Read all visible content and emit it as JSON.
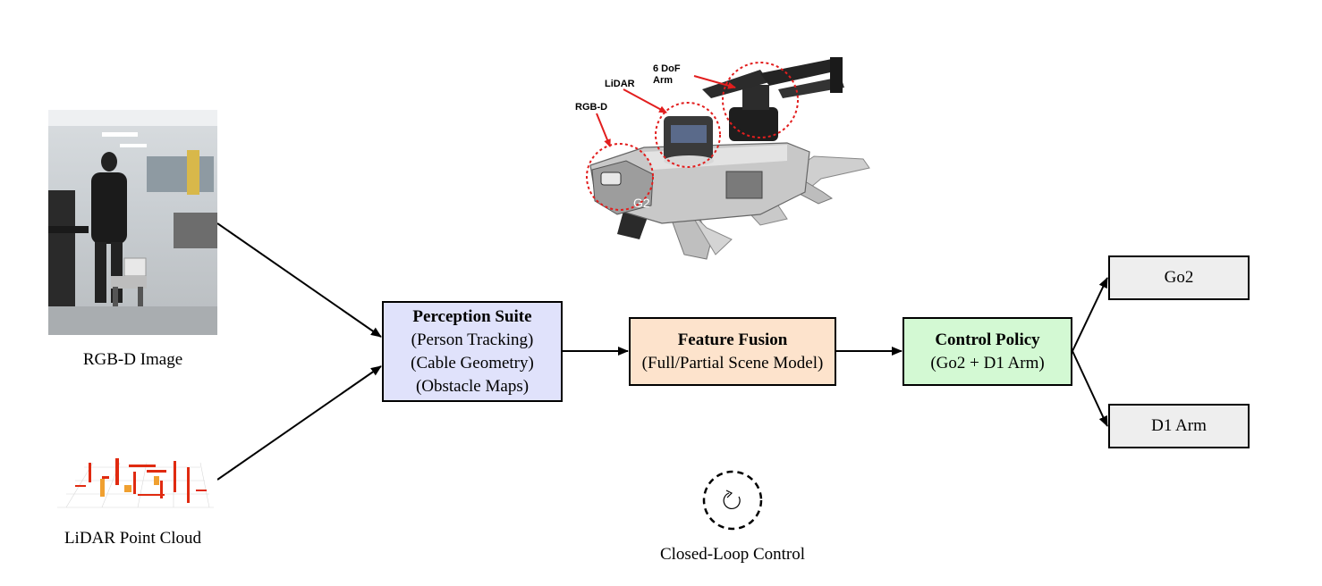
{
  "inputs": {
    "rgbd_caption": "RGB-D Image",
    "lidar_caption": "LiDAR Point Cloud"
  },
  "robot": {
    "labels": {
      "arm": "6 DoF\nArm",
      "lidar": "LiDAR",
      "rgbd": "RGB-D"
    },
    "body_mark": "G2"
  },
  "boxes": {
    "perception": {
      "title": "Perception Suite",
      "lines": [
        "(Person Tracking)",
        "(Cable Geometry)",
        "(Obstacle Maps)"
      ],
      "fill": "#e0e2fb"
    },
    "fusion": {
      "title": "Feature Fusion",
      "lines": [
        "(Full/Partial Scene Model)"
      ],
      "fill": "#fde3cc"
    },
    "control": {
      "title": "Control Policy",
      "lines": [
        "(Go2 + D1 Arm)"
      ],
      "fill": "#d3f9d3"
    },
    "go2": {
      "label": "Go2",
      "fill": "#eeeeee"
    },
    "d1arm": {
      "label": "D1 Arm",
      "fill": "#eeeeee"
    }
  },
  "loop": {
    "caption": "Closed-Loop Control",
    "icon": "loop-arrow-icon"
  },
  "colors": {
    "annotation_red": "#e21e1e",
    "stroke": "#000000"
  }
}
